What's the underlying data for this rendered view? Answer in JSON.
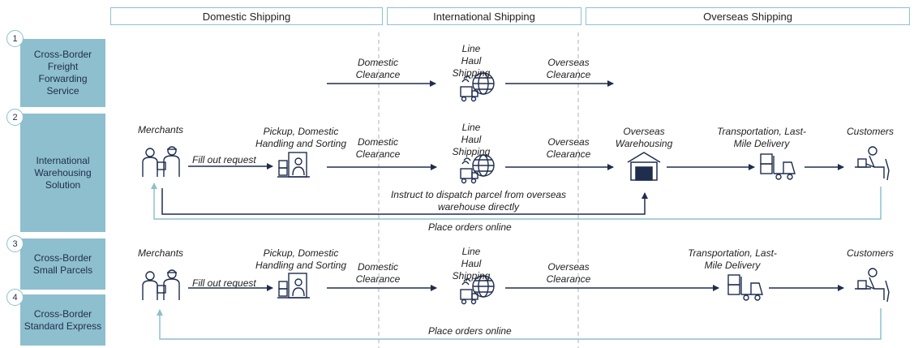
{
  "headers": [
    "Domestic Shipping",
    "International Shipping",
    "Overseas Shipping"
  ],
  "solutions": [
    {
      "num": "1",
      "name": "Cross-Border Freight Forwarding Service"
    },
    {
      "num": "2",
      "name": "International Warehousing Solution"
    },
    {
      "num": "3",
      "name": "Cross-Border Small Parcels"
    },
    {
      "num": "4",
      "name": "Cross-Border Standard Express"
    }
  ],
  "labels": {
    "domestic_clearance": "Domestic Clearance",
    "line_haul": "Line Haul Shipping",
    "overseas_clearance": "Overseas Clearance",
    "merchants": "Merchants",
    "fill_out": "Fill out request",
    "pickup": "Pickup, Domestic Handling and Sorting",
    "overseas_warehousing": "Overseas Warehousing",
    "transport": "Transportation, Last-Mile Delivery",
    "customers": "Customers",
    "instruct": "Instruct to dispatch parcel from overseas warehouse directly",
    "place_orders": "Place orders online"
  },
  "colors": {
    "accent": "#8ebfce",
    "arrow": "#1f2d4e",
    "return_arrow": "#8ebfce",
    "divider": "#b0b0b0"
  },
  "icons": [
    "people-icon",
    "worker-sorting-icon",
    "globe-truck-icon",
    "warehouse-icon",
    "forklift-icon",
    "customer-at-computer-icon"
  ]
}
